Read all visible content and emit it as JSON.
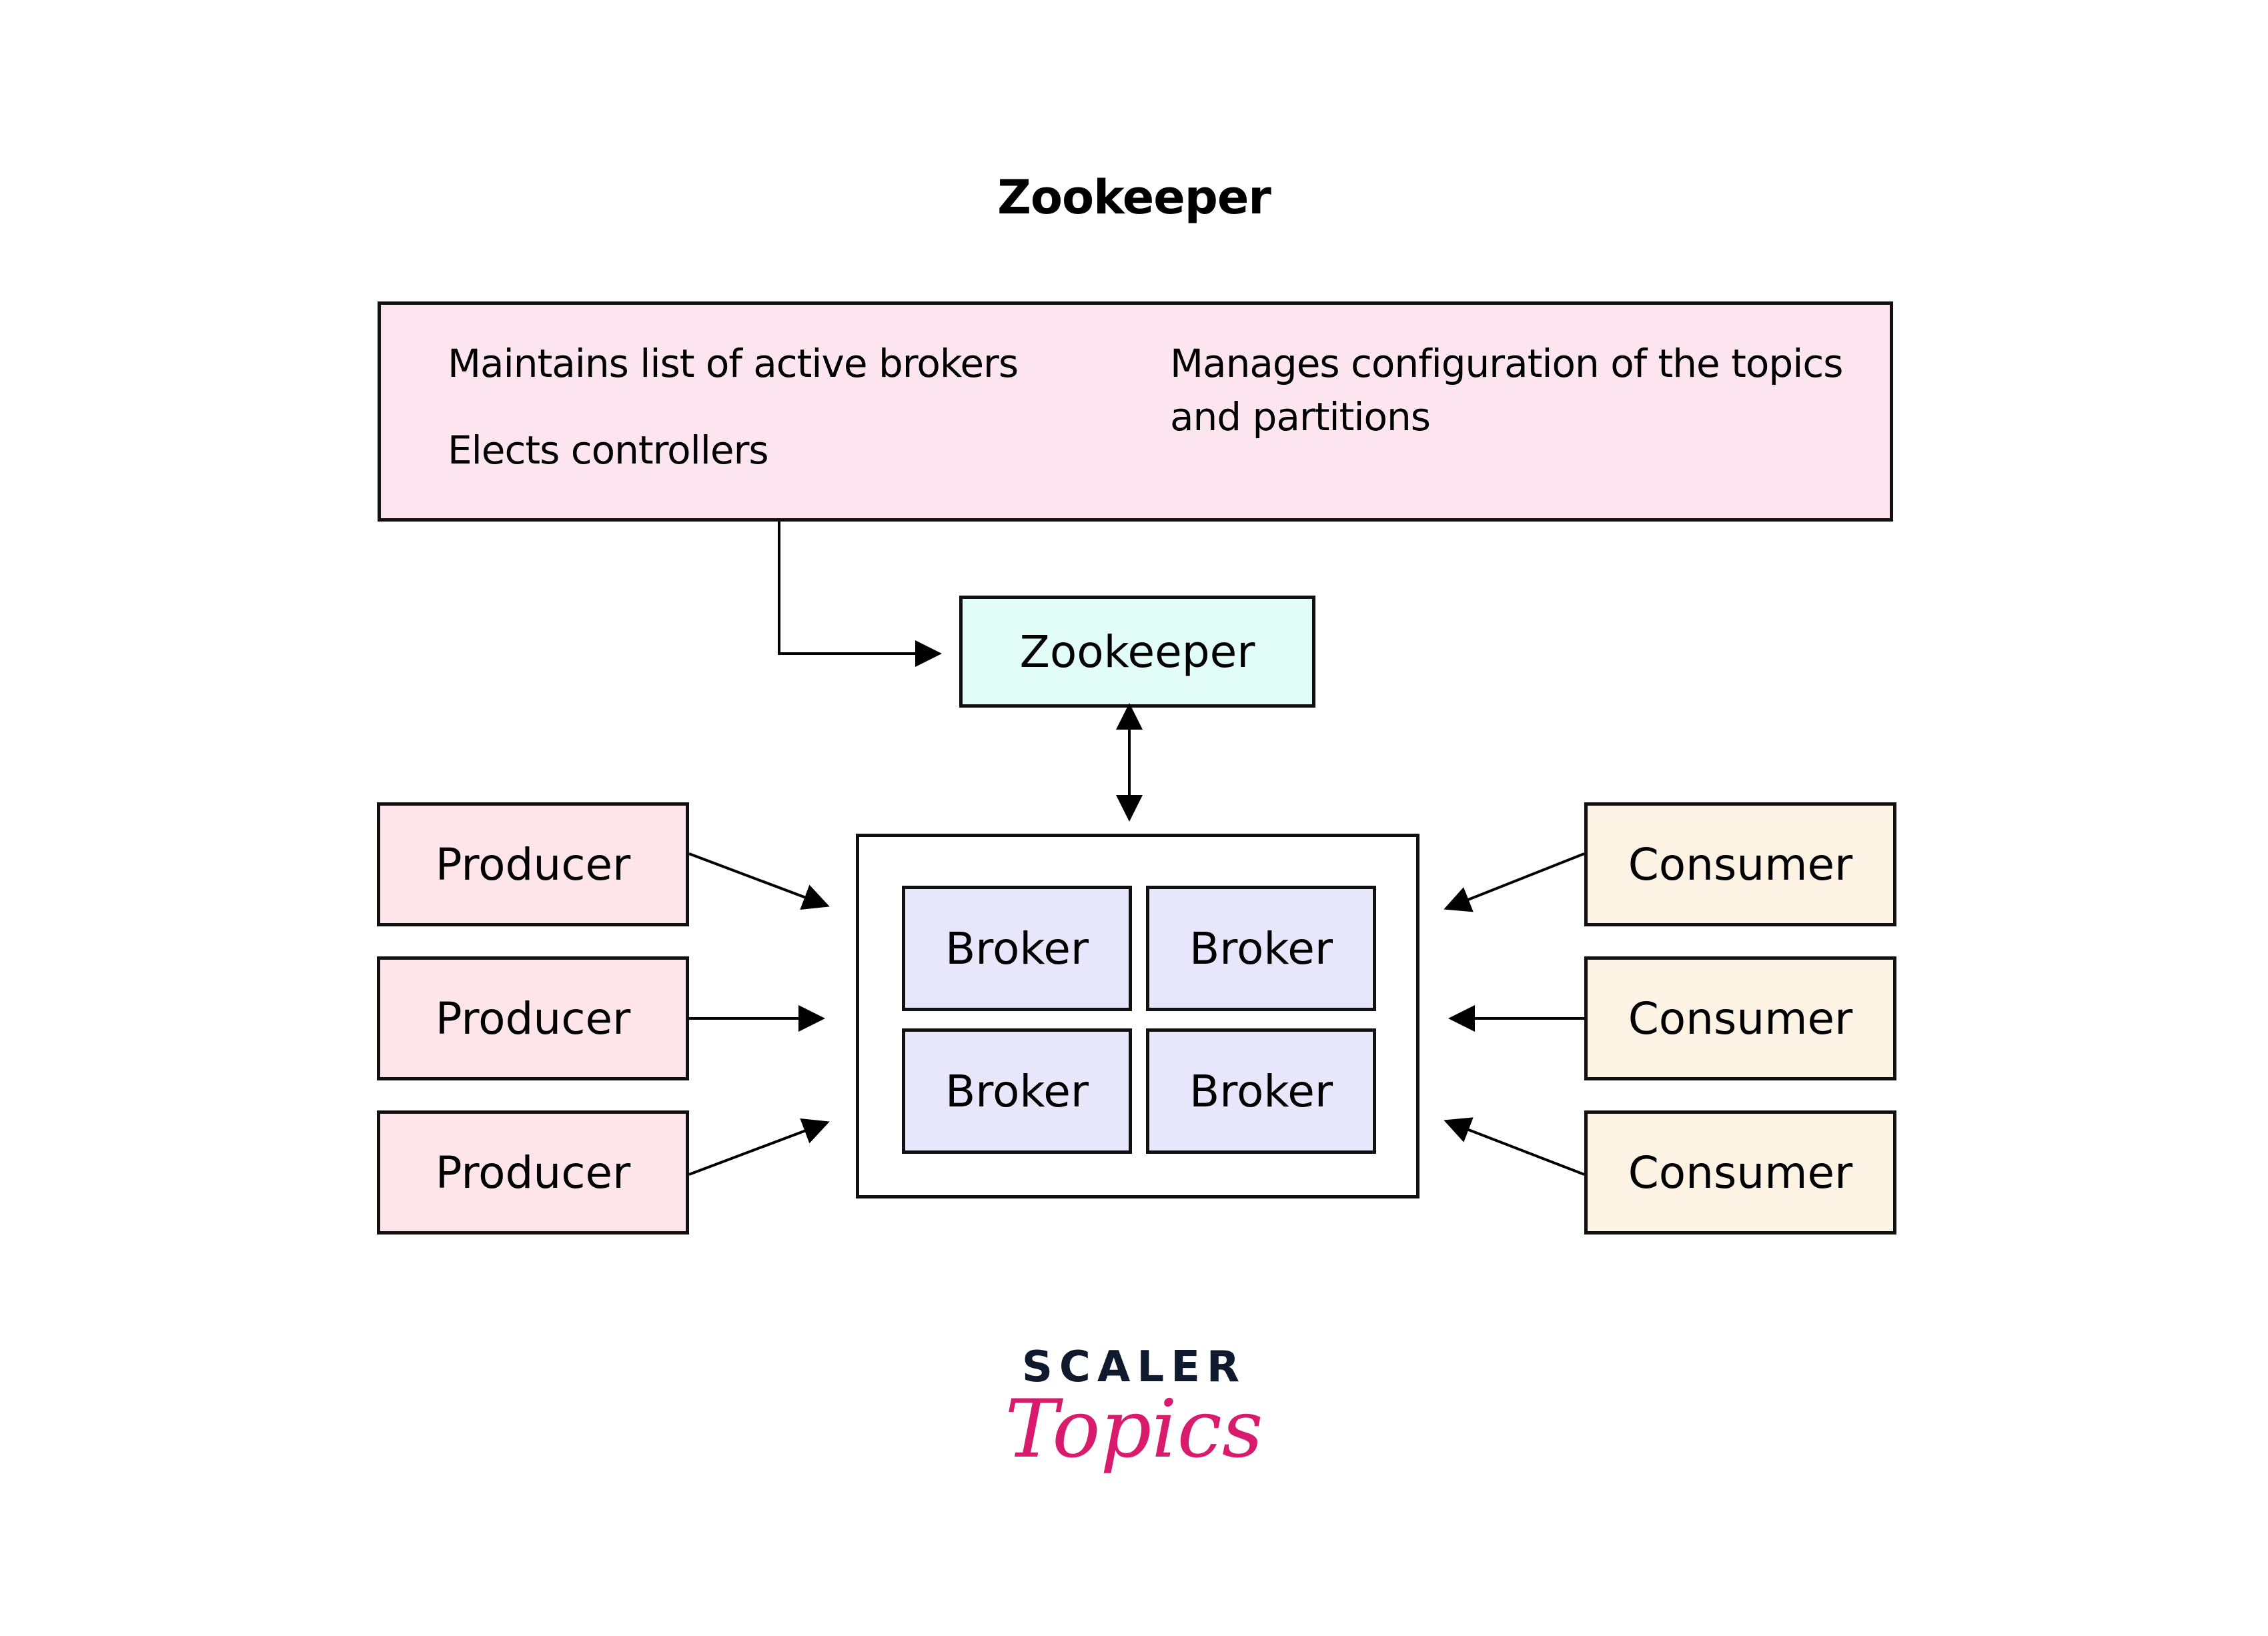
{
  "title": "Zookeeper",
  "info_box": {
    "items": [
      "Maintains list of active brokers",
      "Elects controllers",
      "Manages configuration of the topics",
      "and partitions"
    ]
  },
  "zookeeper_node": {
    "label": "Zookeeper"
  },
  "cluster": {
    "brokers": [
      "Broker",
      "Broker",
      "Broker",
      "Broker"
    ]
  },
  "producers": [
    "Producer",
    "Producer",
    "Producer"
  ],
  "consumers": [
    "Consumer",
    "Consumer",
    "Consumer"
  ],
  "logo": {
    "line1": "SCALER",
    "line2": "Topics"
  },
  "colors": {
    "info_fill": "#fde5f0",
    "zookeeper_fill": "#e2fcf8",
    "broker_fill": "#e7e6fb",
    "producer_fill": "#fde5e9",
    "consumer_fill": "#fdf3e5",
    "logo_dark": "#0f1a2e",
    "logo_pink": "#d81b6d"
  }
}
